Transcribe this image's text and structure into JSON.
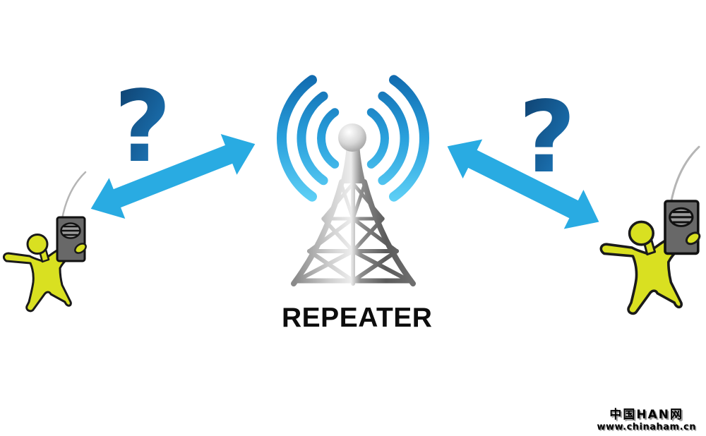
{
  "diagram": {
    "repeater_label": "REPEATER",
    "left_link": {
      "question_mark": "?"
    },
    "right_link": {
      "question_mark": "?"
    },
    "watermark": {
      "line1": "中国HAN网",
      "line2": "www.chinaham.cn"
    },
    "colors": {
      "arrow_blue": "#29abe2",
      "question_dark_blue": "#0d3a66",
      "question_mid_blue": "#2487d0",
      "wave_blue_top": "#1069ae",
      "wave_blue_mid": "#29a0dc",
      "wave_blue_bottom": "#5fd0f6",
      "person_green": "#d9e021",
      "radio_gray": "#686868",
      "speaker_gray": "#9a9a9a",
      "tower_gray_light": "#ededed",
      "tower_gray_dark": "#5a5a5a",
      "label_black": "#0d0d0d",
      "background": "#ffffff"
    }
  }
}
